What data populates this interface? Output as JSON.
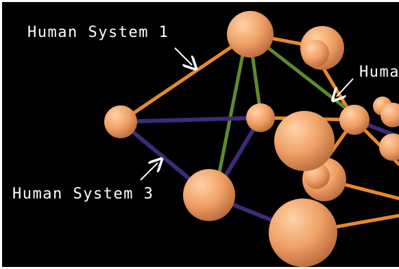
{
  "labels": {
    "system_1": "Human System 1",
    "system_2": "Human",
    "system_3": "Human System 3"
  },
  "colors": {
    "background": "#000000",
    "link_orange": "#e8892a",
    "link_green": "#5f8a2e",
    "link_purple": "#3d2a78",
    "node": "#f0a870",
    "arrow": "#ffffff"
  }
}
